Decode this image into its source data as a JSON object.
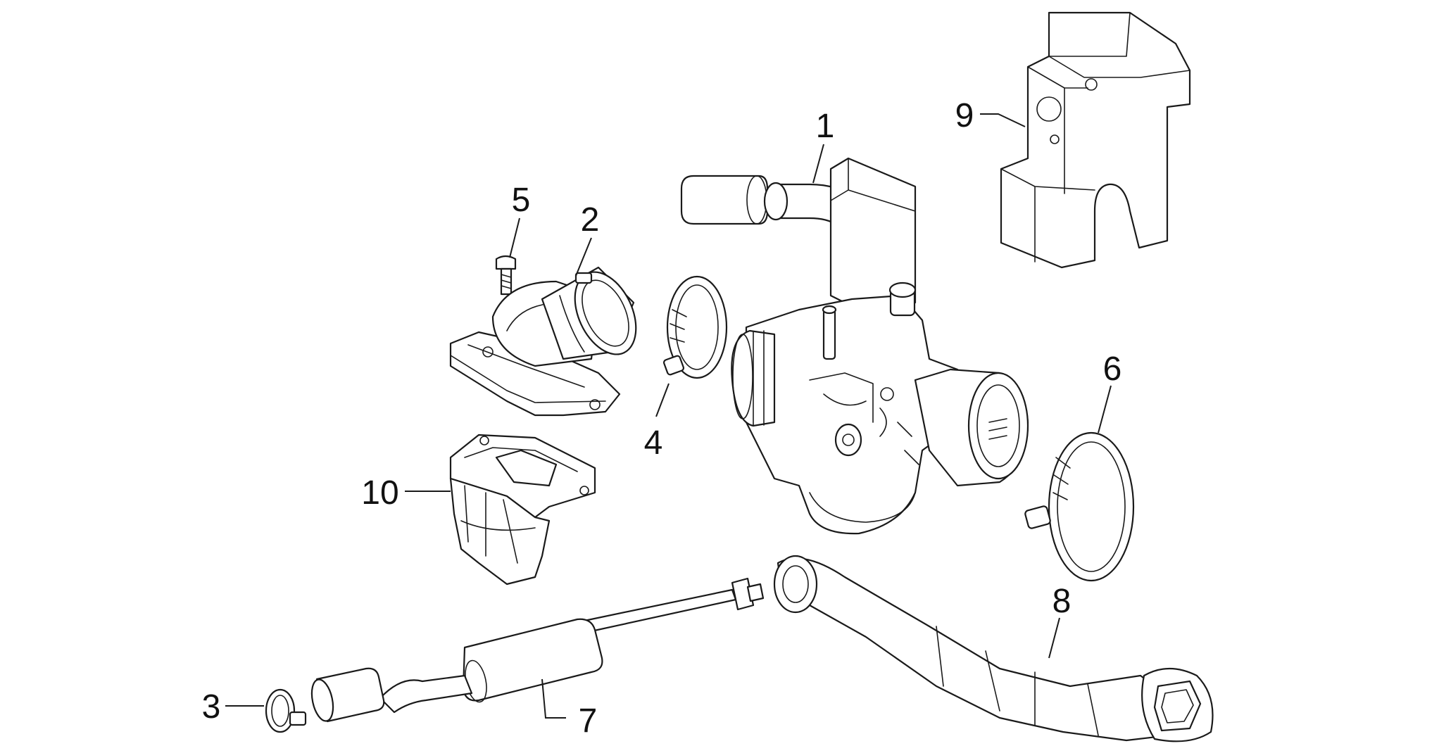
{
  "diagram": {
    "parts": [
      {
        "key": "carburetor",
        "callout": "1"
      },
      {
        "key": "intake-manifold",
        "callout": "2"
      },
      {
        "key": "small-hose-clamp",
        "callout": "3"
      },
      {
        "key": "hose-clamp-left",
        "callout": "4"
      },
      {
        "key": "manifold-screw",
        "callout": "5"
      },
      {
        "key": "hose-clamp-right",
        "callout": "6"
      },
      {
        "key": "breather-pipe",
        "callout": "7"
      },
      {
        "key": "intake-hose",
        "callout": "8"
      },
      {
        "key": "carburetor-bracket",
        "callout": "9"
      },
      {
        "key": "reed-valve",
        "callout": "10"
      }
    ]
  }
}
